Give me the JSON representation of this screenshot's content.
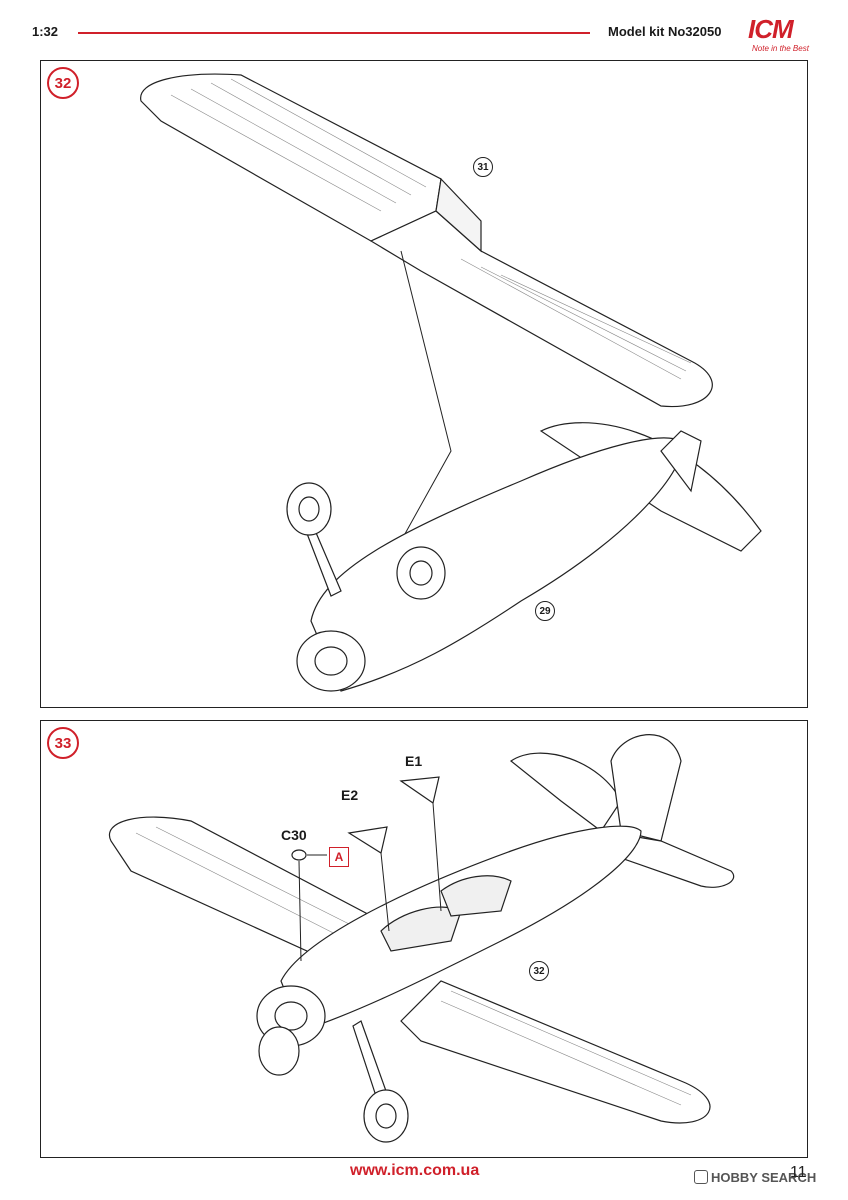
{
  "header": {
    "scale": "1:32",
    "kit_number": "Model kit No32050",
    "logo_text": "ICM",
    "logo_tagline": "Note in the Best"
  },
  "step32": {
    "number": "32",
    "ref_wing": "31",
    "ref_fuselage": "29"
  },
  "step33": {
    "number": "33",
    "ref_assembly": "32",
    "parts": {
      "e1": "E1",
      "e2": "E2",
      "c30": "C30"
    },
    "paint_code": "A"
  },
  "footer": {
    "url": "www.icm.com.ua",
    "page_number": "11",
    "watermark": "HOBBY SEARCH"
  },
  "colors": {
    "accent": "#d0202a",
    "line": "#222222"
  }
}
